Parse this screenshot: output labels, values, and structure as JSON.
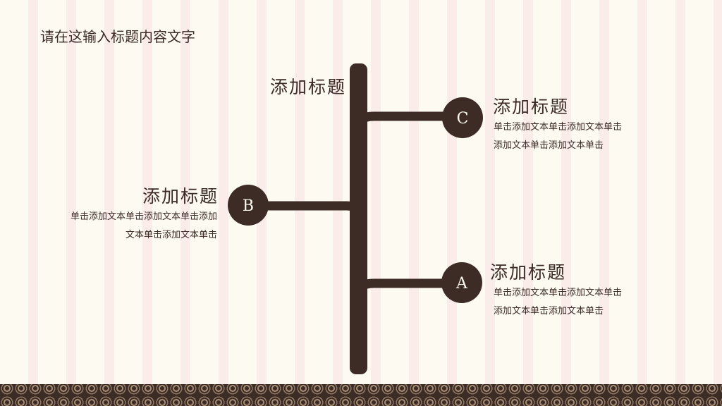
{
  "page": {
    "title": "请在这输入标题内容文字"
  },
  "diagram": {
    "top_title": "添加标题",
    "nodes": [
      {
        "letter": "C",
        "title": "添加标题",
        "body_line1": "单击添加文本单击添加文本单击",
        "body_line2": "添加文本单击添加文本单击"
      },
      {
        "letter": "B",
        "title": "添加标题",
        "body_line1": "单击添加文本单击添加文本单击添加",
        "body_line2": "文本单击添加文本单击"
      },
      {
        "letter": "A",
        "title": "添加标题",
        "body_line1": "单击添加文本单击添加文本单击",
        "body_line2": "添加文本单击添加文本单击"
      }
    ]
  },
  "colors": {
    "background": "#fdfaf2",
    "stripe": "#f8e2e2",
    "trunk": "#3d2b26",
    "text": "#3b2a25"
  }
}
